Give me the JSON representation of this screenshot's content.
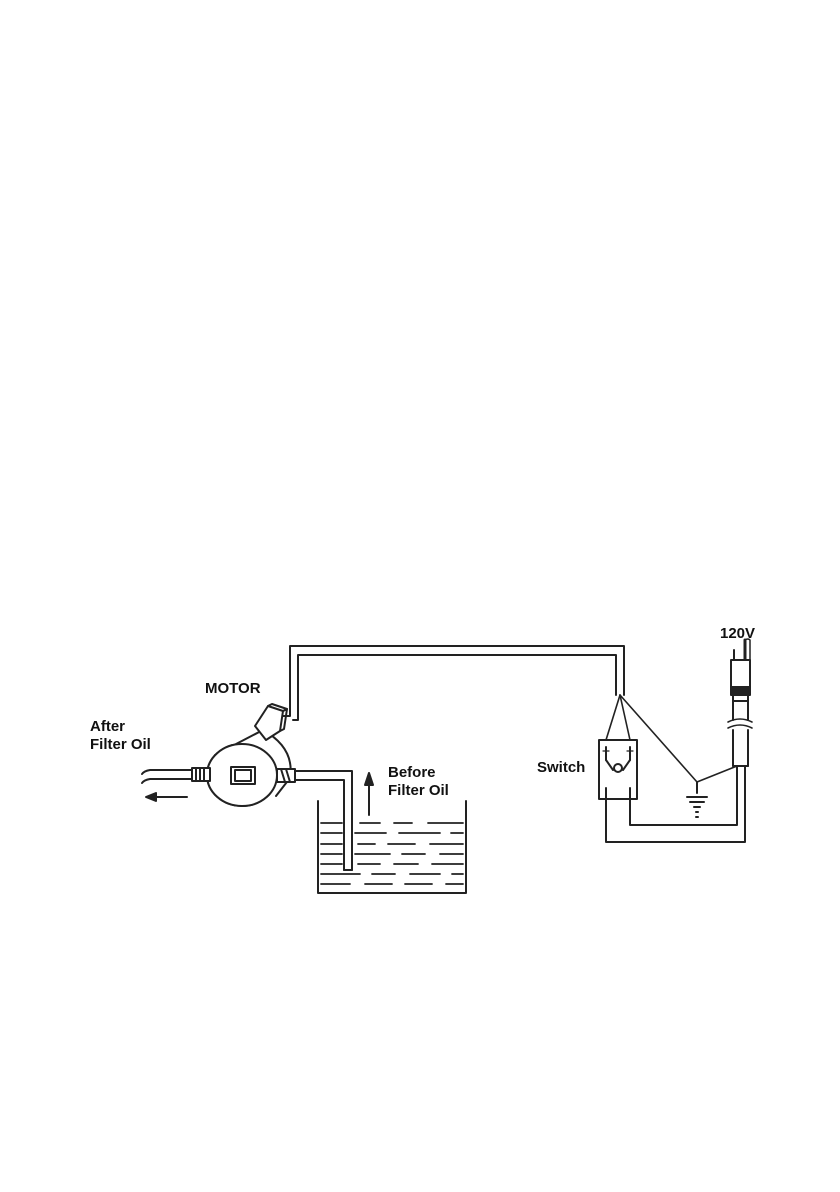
{
  "labels": {
    "motor": "MOTOR",
    "after_line1": "After",
    "after_line2": "Filter Oil",
    "before_line1": "Before",
    "before_line2": "Filter Oil",
    "switch": "Switch",
    "voltage": "120V"
  },
  "icons": [
    "motor-icon",
    "oil-tank-icon",
    "switch-icon",
    "ground-icon",
    "plug-icon",
    "flow-arrow-icon"
  ],
  "colors": {
    "line": "#222222",
    "background": "#ffffff"
  }
}
